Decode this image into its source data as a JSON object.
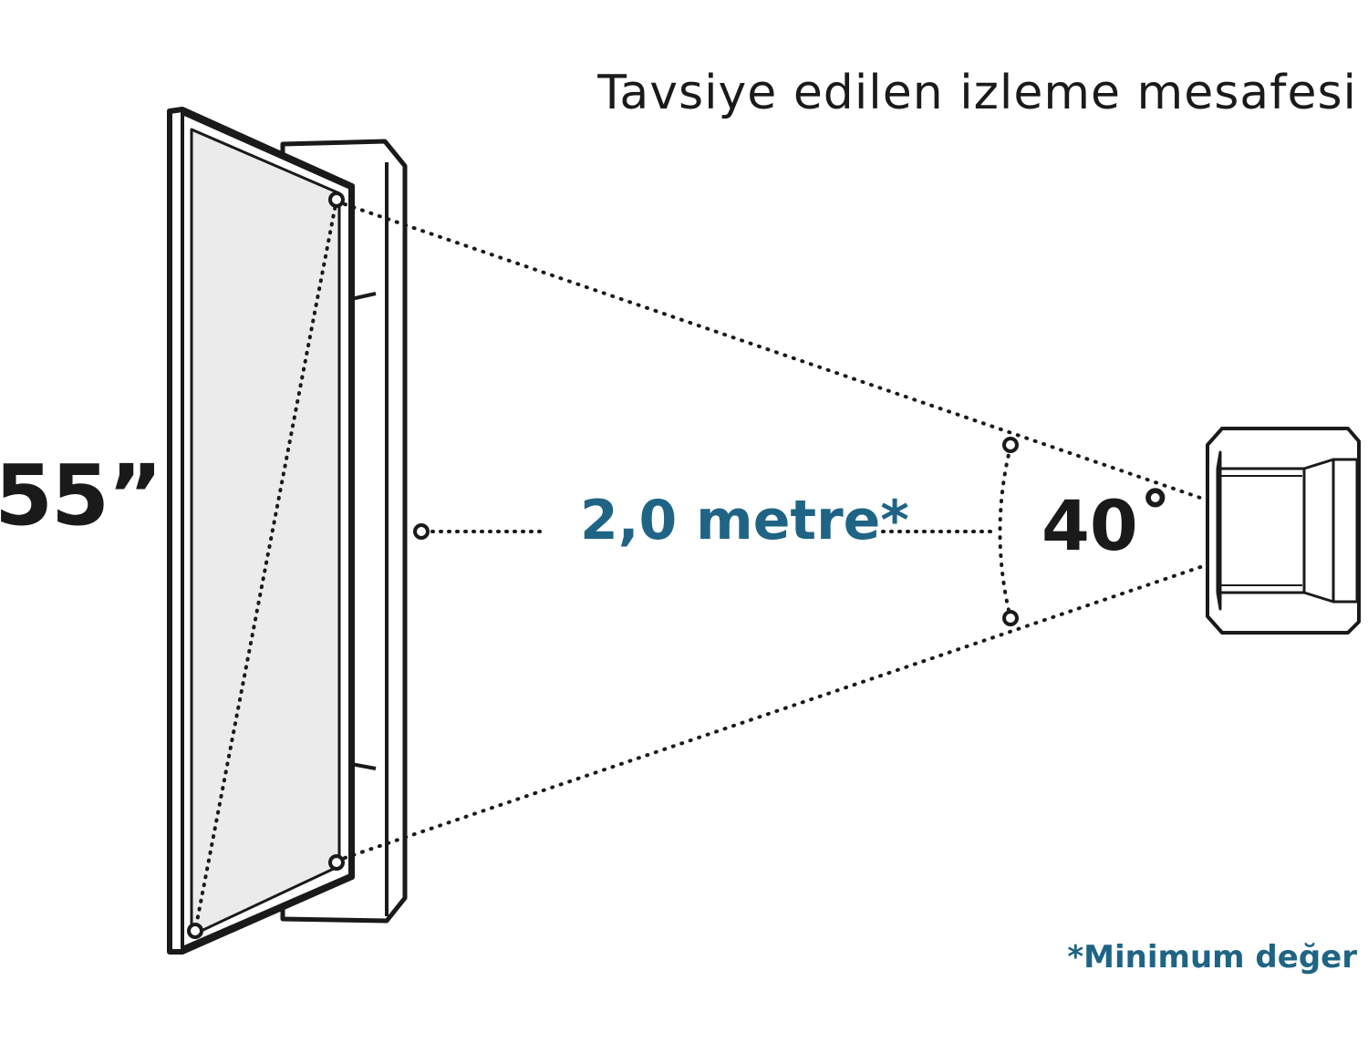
{
  "title": "Tavsiye edilen izleme mesafesi",
  "screen_size": "55”",
  "distance": "2,0 metre*",
  "angle": "40˚",
  "footnote": "*Minimum değer",
  "colors": {
    "accent": "#1f6484",
    "ink": "#1a1a1a",
    "screen_fill": "#ebebeb"
  }
}
